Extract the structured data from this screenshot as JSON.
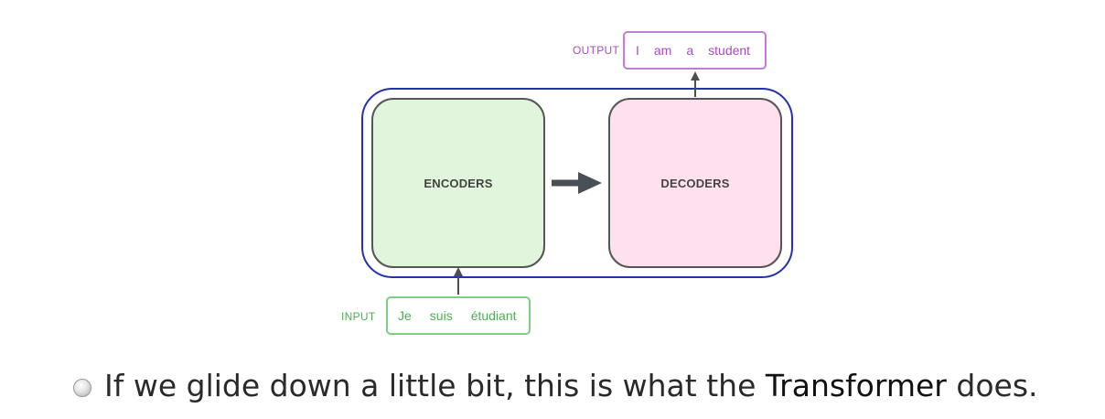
{
  "diagram": {
    "output": {
      "label": "OUTPUT",
      "tokens": [
        "I",
        "am",
        "a",
        "student"
      ]
    },
    "input": {
      "label": "INPUT",
      "tokens": [
        "Je",
        "suis",
        "étudiant"
      ]
    },
    "encoders_label": "ENCODERS",
    "decoders_label": "DECODERS",
    "colors": {
      "frame": "#2233aa",
      "encoders_fill": "#e0f5dc",
      "decoders_fill": "#ffe0ef",
      "output_text": "#a64dbd",
      "input_text": "#4fae55",
      "arrow": "#4a4f55"
    }
  },
  "caption": {
    "bullet_icon": "bullet-circle-icon",
    "before": "If we glide down a little bit, this is what the ",
    "highlight": "Transformer",
    "after": " does."
  }
}
